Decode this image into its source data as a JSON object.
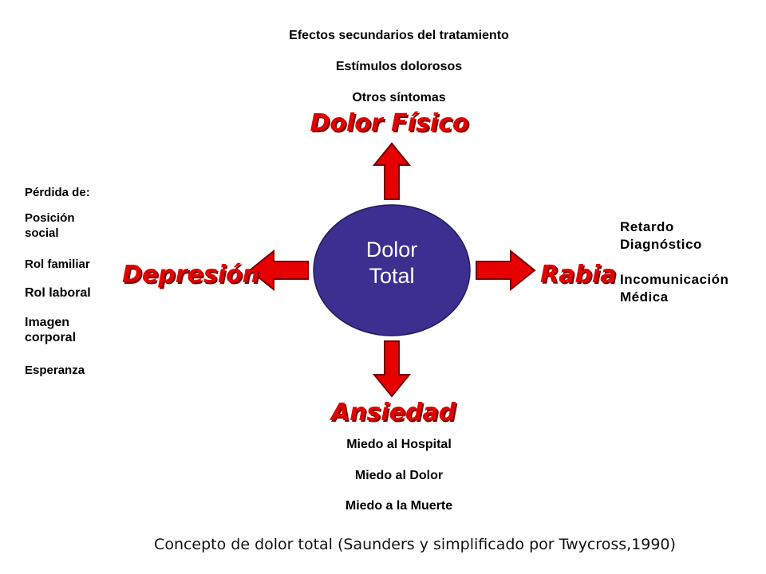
{
  "colors": {
    "circle_fill": "#3b2f8f",
    "arrow_fill": "#e60000",
    "arrow_stroke": "#7a0000",
    "heading_color": "#e00000"
  },
  "top": {
    "items": [
      "Efectos secundarios del tratamiento",
      "Estímulos dolorosos",
      "Otros síntomas"
    ],
    "heading": "Dolor Físico"
  },
  "center": {
    "line1": "Dolor",
    "line2": "Total"
  },
  "left": {
    "heading": "Depresión",
    "items": [
      "Pérdida de:",
      "Posición social",
      "Rol familiar",
      "Rol laboral",
      "Imagen corporal",
      "Esperanza"
    ]
  },
  "right": {
    "heading": "Rabia",
    "items": [
      "Retardo Diagnóstico",
      "Incomunicación Médica"
    ]
  },
  "bottom": {
    "heading": "Ansiedad",
    "items": [
      "Miedo al Hospital",
      "Miedo al Dolor",
      "Miedo a la Muerte"
    ]
  },
  "caption": "Concepto de dolor total (Saunders y simplificado por Twycross,1990)"
}
